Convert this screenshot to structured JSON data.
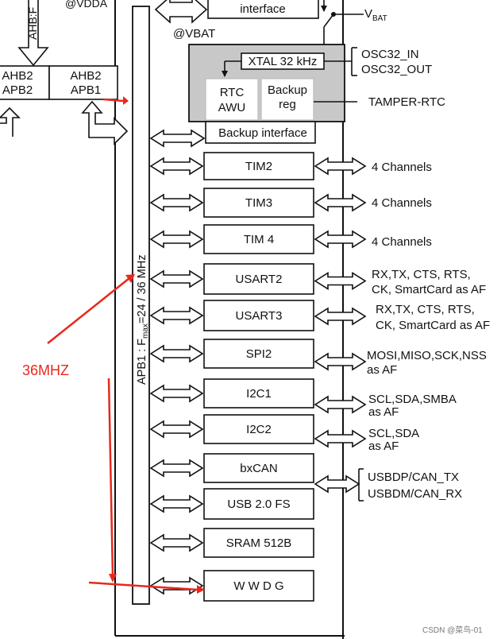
{
  "top": {
    "interface_label": "interface",
    "vdda_label": "@VDDA",
    "vbat_supply": "V",
    "vbat_supply_sub": "BAT",
    "vbat_domain": "@VBAT"
  },
  "left": {
    "ahb_clip_label": "AHB:F",
    "bridge2": {
      "line1": "AHB2",
      "line2": "APB2"
    },
    "bridge1": {
      "line1": "AHB2",
      "line2": "APB1"
    }
  },
  "backup": {
    "xtal": "XTAL 32 kHz",
    "rtc_line1": "RTC",
    "rtc_line2": "AWU",
    "reg_line1": "Backup",
    "reg_line2": "reg",
    "interface": "Backup interface",
    "osc_in": "OSC32_IN",
    "osc_out": "OSC32_OUT",
    "tamper": "TAMPER-RTC"
  },
  "bus": {
    "prefix": "APB1 : F",
    "sub": "max",
    "suffix": "=24 / 36 MHz"
  },
  "peripherals": [
    {
      "name": "TIM2",
      "signals": [
        "4 Channels"
      ]
    },
    {
      "name": "TIM3",
      "signals": [
        "4 Channels"
      ]
    },
    {
      "name": "TIM 4",
      "signals": [
        "4 Channels"
      ]
    },
    {
      "name": "USART2",
      "signals": [
        "RX,TX, CTS, RTS,",
        "CK, SmartCard as AF"
      ]
    },
    {
      "name": "USART3",
      "signals": [
        "RX,TX, CTS, RTS,",
        "CK, SmartCard as AF"
      ]
    },
    {
      "name": "SPI2",
      "signals": [
        "MOSI,MISO,SCK,NSS",
        "as AF"
      ]
    },
    {
      "name": "I2C1",
      "signals": [
        "SCL,SDA,SMBA",
        "as AF"
      ]
    },
    {
      "name": "I2C2",
      "signals": [
        "SCL,SDA",
        "as AF"
      ]
    },
    {
      "name": "bxCAN",
      "signals": []
    },
    {
      "name": "USB 2.0 FS",
      "signals": []
    },
    {
      "name": "SRAM 512B",
      "signals": []
    },
    {
      "name": "W W D G",
      "signals": []
    }
  ],
  "usb_can": {
    "line1": "USBDP/CAN_TX",
    "line2": "USBDM/CAN_RX"
  },
  "annotation": {
    "text": "36MHZ",
    "color": "#e8281e"
  },
  "watermark": "CSDN @菜鸟-01"
}
